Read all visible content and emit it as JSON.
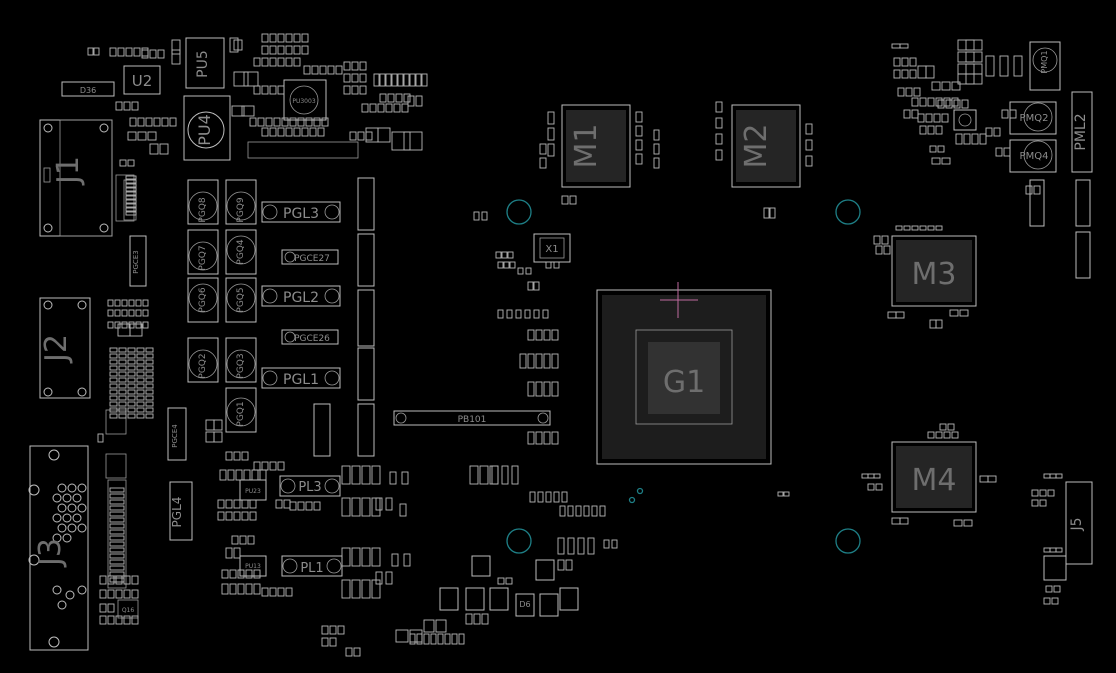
{
  "labels": {
    "J1": "J1",
    "J2": "J2",
    "J3": "J3",
    "J5": "J5",
    "U2": "U2",
    "PU4": "PU4",
    "PU5": "PU5",
    "PU3003": "PU3003",
    "M1": "M1",
    "M2": "M2",
    "M3": "M3",
    "M4": "M4",
    "G1": "G1",
    "PGL3": "PGL3",
    "PGL2": "PGL2",
    "PGL1": "PGL1",
    "PL3": "PL3",
    "PL1": "PL1",
    "PGL4": "PGL4",
    "PB101": "PB101",
    "PMQ1": "PMQ1",
    "PMQ2": "PMQ2",
    "PMQ4": "PMQ4",
    "PML2": "PML2",
    "PGQ8": "PGQ8",
    "PGQ9": "PGQ9",
    "PGQ7": "PGQ7",
    "PGQ4": "PGQ4",
    "PGQ6": "PGQ6",
    "PGQ5": "PGQ5",
    "PGQ2": "PGQ2",
    "PGQ3": "PGQ3",
    "PGQ1": "PGQ1",
    "PGCE27": "PGCE27",
    "PGCE26": "PGCE26",
    "PGCE3": "PGCE3",
    "PGCE4": "PGCE4",
    "PU23": "PU23",
    "PU13": "PU13",
    "X1": "X1",
    "D6": "D6"
  }
}
